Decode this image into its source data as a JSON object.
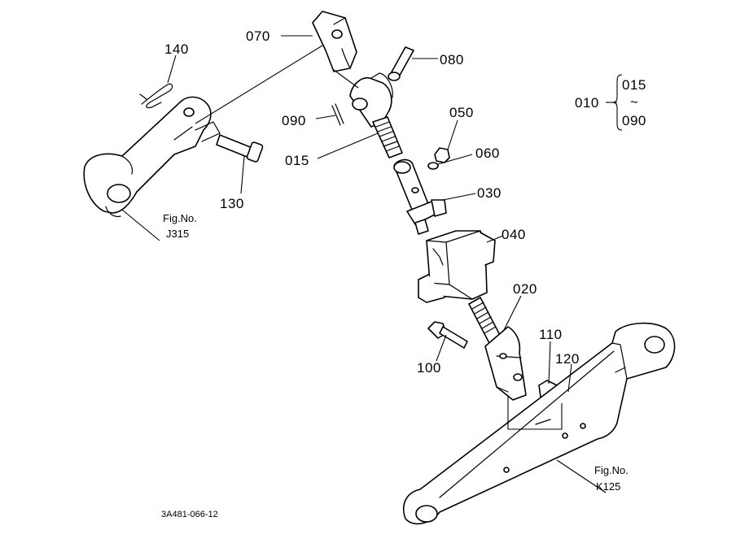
{
  "parts": {
    "p010": "010",
    "p015": "015",
    "p015b": "015",
    "p020": "020",
    "p030": "030",
    "p040": "040",
    "p050": "050",
    "p060": "060",
    "p070": "070",
    "p080": "080",
    "p090": "090",
    "p090b": "090",
    "p100": "100",
    "p110": "110",
    "p120": "120",
    "p130": "130",
    "p140": "140"
  },
  "range_symbol": "~",
  "refs": {
    "j315": {
      "fig": "Fig.No.",
      "num": "J315"
    },
    "k125": {
      "fig": "Fig.No.",
      "num": "K125"
    }
  },
  "drawing_code": "3A481-066-12"
}
